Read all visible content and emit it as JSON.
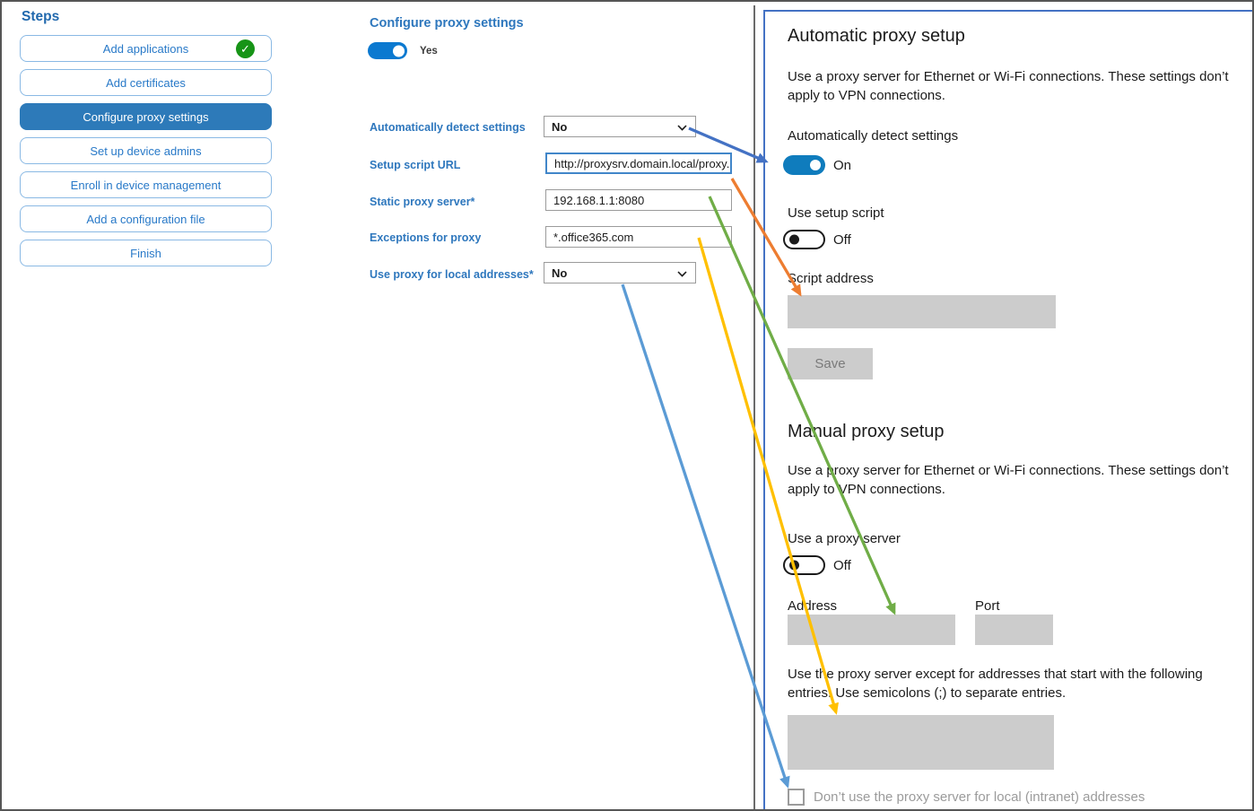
{
  "steps": {
    "title": "Steps",
    "items": [
      {
        "label": "Add applications",
        "completed": true,
        "selected": false
      },
      {
        "label": "Add certificates",
        "completed": false,
        "selected": false
      },
      {
        "label": "Configure proxy settings",
        "completed": false,
        "selected": true
      },
      {
        "label": "Set up device admins",
        "completed": false,
        "selected": false
      },
      {
        "label": "Enroll in device management",
        "completed": false,
        "selected": false
      },
      {
        "label": "Add a configuration file",
        "completed": false,
        "selected": false
      },
      {
        "label": "Finish",
        "completed": false,
        "selected": false
      }
    ]
  },
  "wizard": {
    "title": "Configure proxy settings",
    "enabled_toggle": {
      "state": "Yes",
      "on": true
    },
    "fields": [
      {
        "label": "Automatically detect settings",
        "type": "select",
        "value": "No"
      },
      {
        "label": "Setup script URL",
        "type": "text",
        "value": "http://proxysrv.domain.local/proxy.pa",
        "focused": true
      },
      {
        "label": "Static proxy server*",
        "type": "text",
        "value": "192.168.1.1:8080"
      },
      {
        "label": "Exceptions for proxy",
        "type": "text",
        "value": "*.office365.com"
      },
      {
        "label": "Use proxy for local addresses*",
        "type": "select",
        "value": "No"
      }
    ]
  },
  "settings": {
    "auto": {
      "heading": "Automatic proxy setup",
      "description": "Use a proxy server for Ethernet or Wi-Fi connections. These settings don’t apply to VPN connections.",
      "detect_label": "Automatically detect settings",
      "detect_state": "On",
      "script_toggle_label": "Use setup script",
      "script_toggle_state": "Off",
      "script_address_label": "Script address",
      "script_address_value": "",
      "save_label": "Save"
    },
    "manual": {
      "heading": "Manual proxy setup",
      "description": "Use a proxy server for Ethernet or Wi-Fi connections. These settings don’t apply to VPN connections.",
      "proxy_toggle_label": "Use a proxy server",
      "proxy_toggle_state": "Off",
      "address_label": "Address",
      "address_value": "",
      "port_label": "Port",
      "port_value": "",
      "exceptions_description": "Use the proxy server except for addresses that start with the following entries. Use semicolons (;) to separate entries.",
      "exceptions_value": "",
      "checkbox_label": "Don’t use the proxy server for local (intranet) addresses",
      "checkbox_checked": false
    }
  },
  "icons": {
    "checkmark": "✓"
  },
  "colors": {
    "arrow_blue": "#4472C4",
    "arrow_orange": "#ED7D31",
    "arrow_green": "#70AD47",
    "arrow_yellow": "#FFC000",
    "arrow_lightblue": "#5B9BD5",
    "accent_blue": "#2d7ab9",
    "toggle_blue": "#0f7cbd",
    "panel_border_blue": "#4472C4",
    "completed_green": "#179417",
    "disabled_gray": "#cccccc"
  }
}
